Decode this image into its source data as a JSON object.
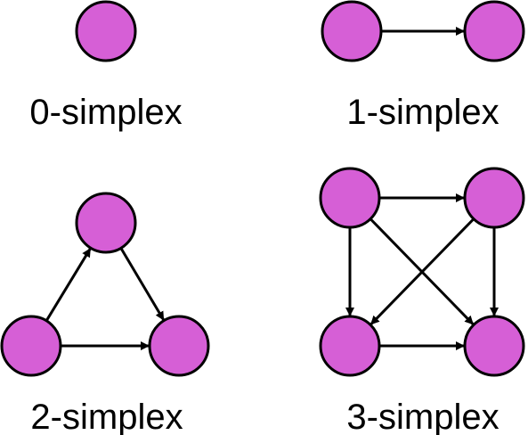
{
  "colors": {
    "node_fill": "#d65fd6",
    "node_stroke": "#000000",
    "edge": "#000000"
  },
  "simplices": [
    {
      "label": "0-simplex",
      "nodes": [
        "a"
      ],
      "edges": []
    },
    {
      "label": "1-simplex",
      "nodes": [
        "a",
        "b"
      ],
      "edges": [
        [
          "a",
          "b"
        ]
      ]
    },
    {
      "label": "2-simplex",
      "nodes": [
        "a",
        "b",
        "c"
      ],
      "edges": [
        [
          "a",
          "b"
        ],
        [
          "a",
          "c"
        ],
        [
          "b",
          "c"
        ]
      ]
    },
    {
      "label": "3-simplex",
      "nodes": [
        "a",
        "b",
        "c",
        "d"
      ],
      "edges": [
        [
          "a",
          "b"
        ],
        [
          "a",
          "c"
        ],
        [
          "a",
          "d"
        ],
        [
          "b",
          "c"
        ],
        [
          "b",
          "d"
        ],
        [
          "c",
          "d"
        ]
      ]
    }
  ]
}
